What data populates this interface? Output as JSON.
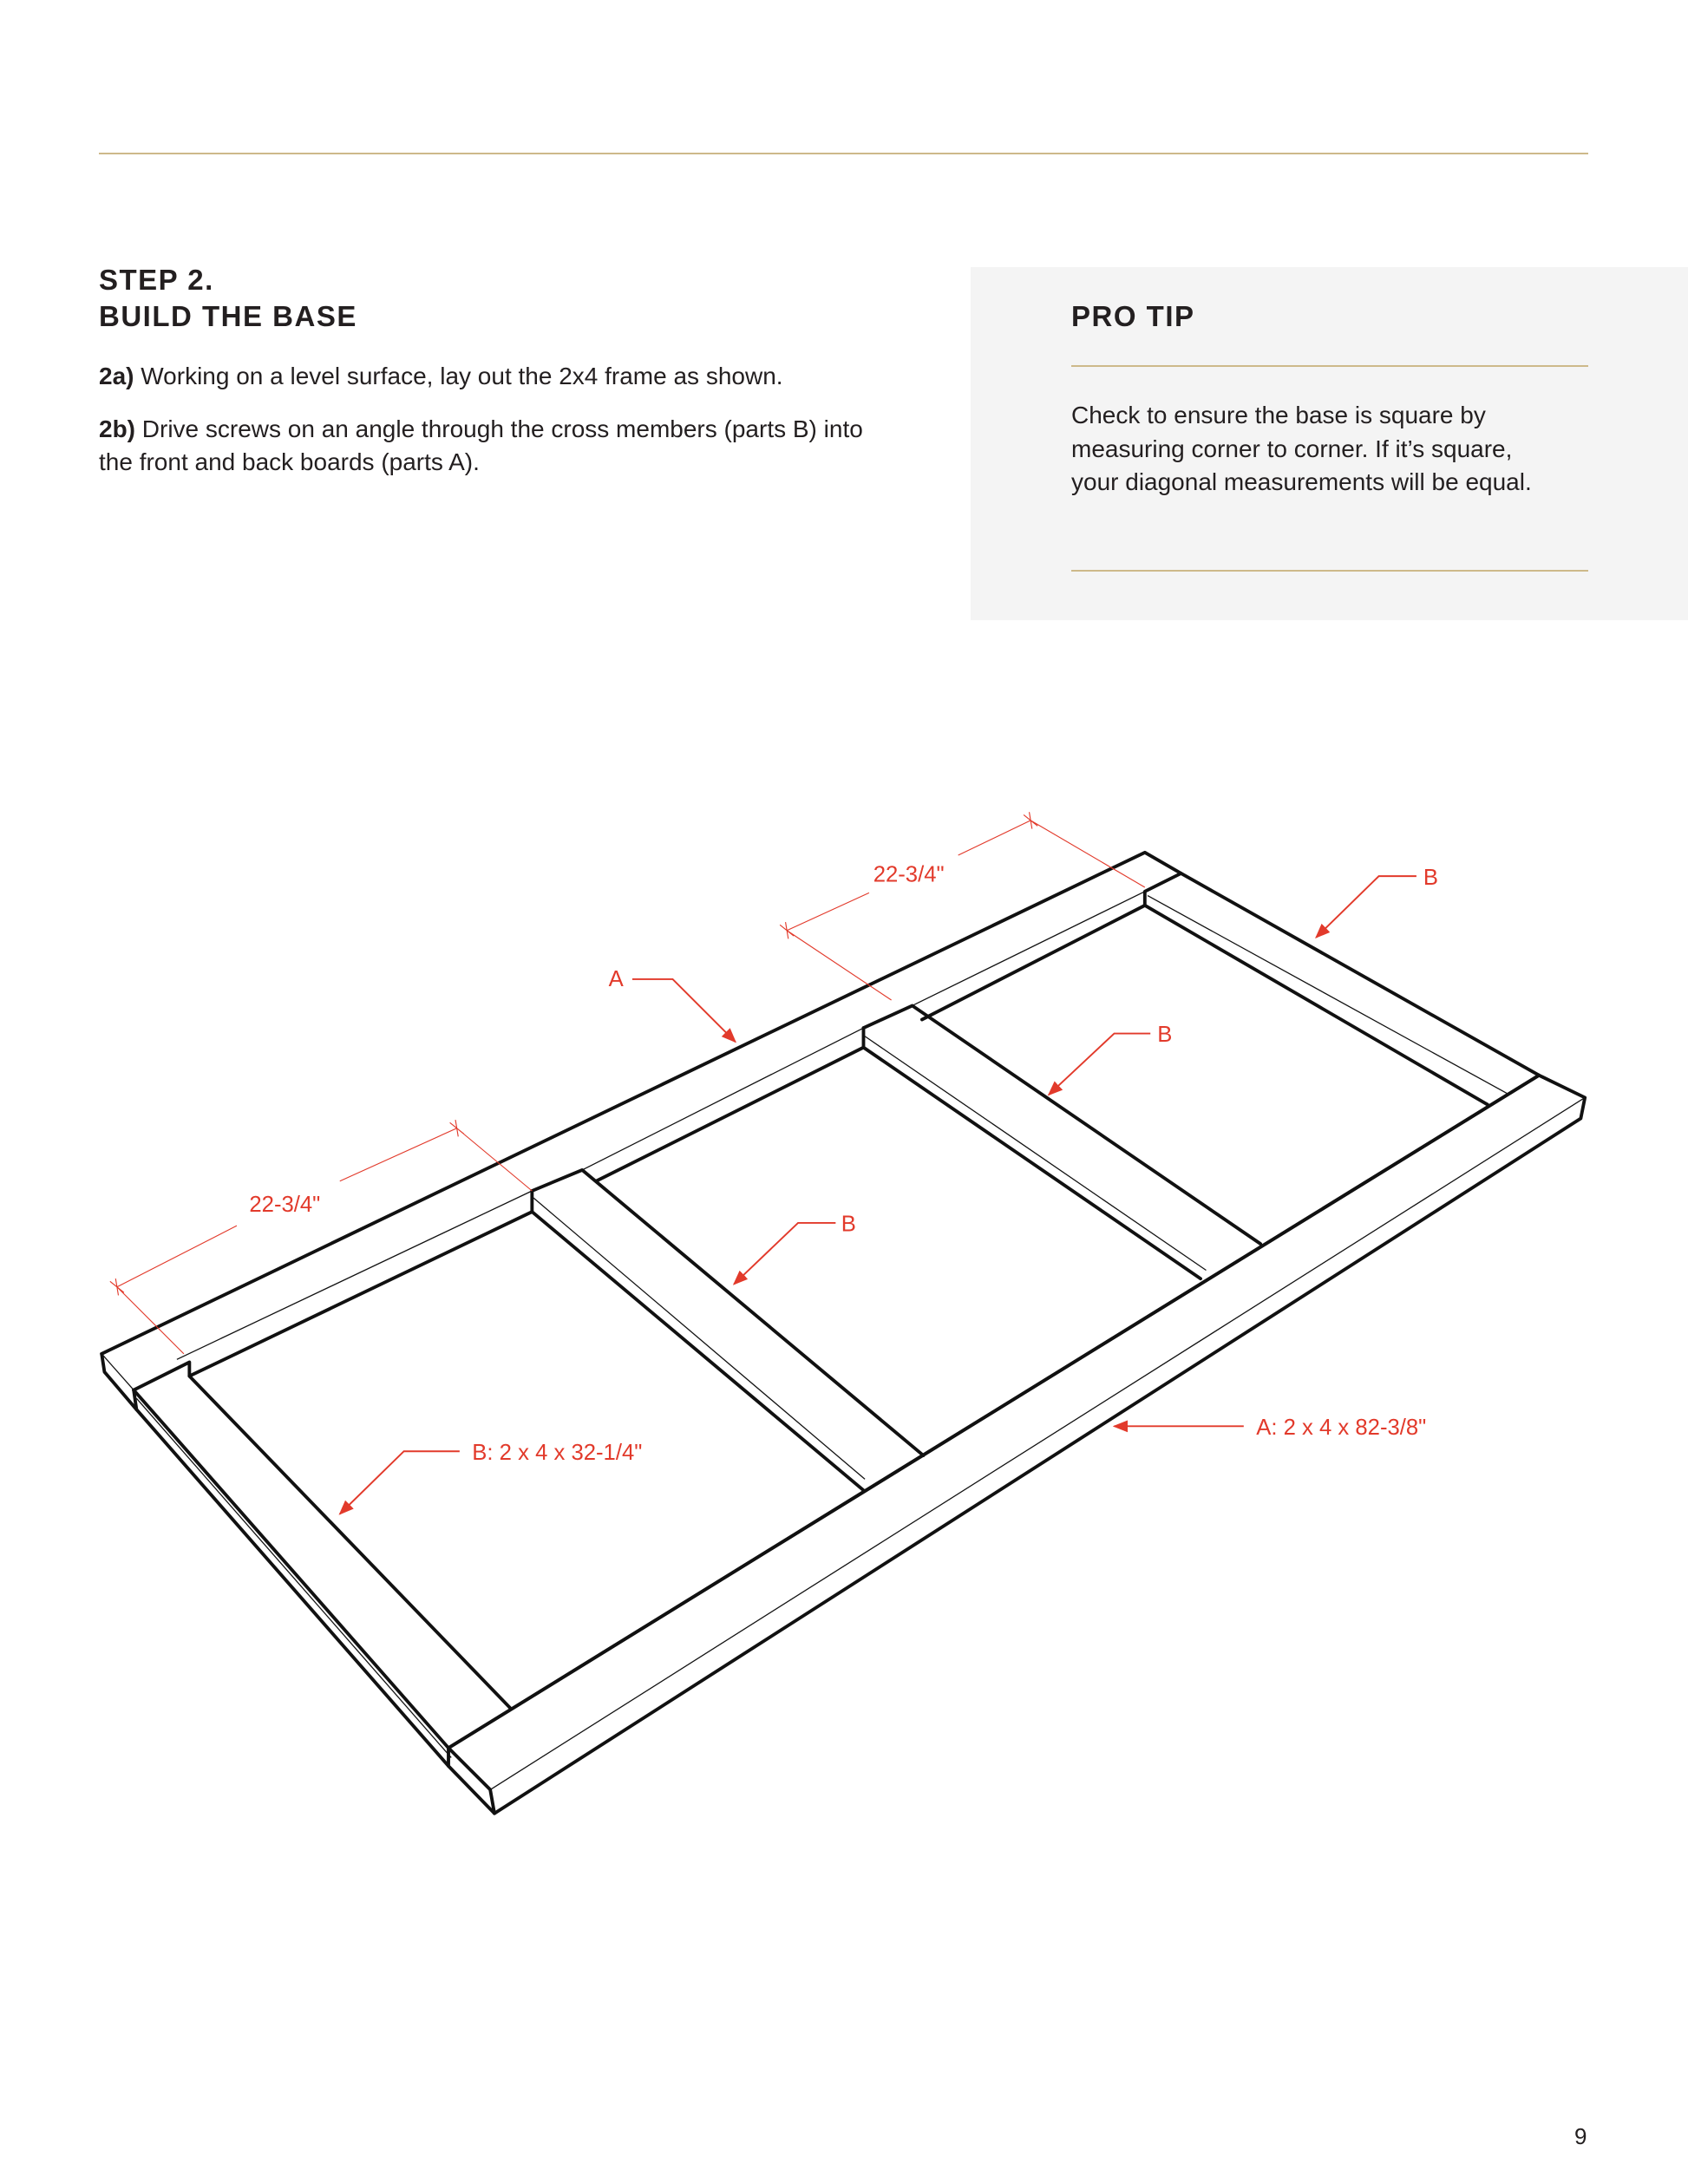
{
  "step": {
    "number": "STEP 2.",
    "title": "BUILD THE BASE",
    "instructions": [
      {
        "label": "2a)",
        "text": " Working on a level surface, lay out the 2x4 frame as shown."
      },
      {
        "label": "2b)",
        "text": " Drive screws on an angle through the cross members (parts B) into the front and back boards (parts A)."
      }
    ]
  },
  "pro_tip": {
    "title": "PRO TIP",
    "text": "Check to ensure the base is square by measuring corner to corner. If it’s square, your diagonal measurements will be equal."
  },
  "diagram": {
    "dimension_top": "22-3/4\"",
    "dimension_left": "22-3/4\"",
    "label_a": "A",
    "label_b_right": "B",
    "label_b_mid_right": "B",
    "label_b_mid_left": "B",
    "label_b_spec": "B: 2 x 4 x 32-1/4\"",
    "label_a_spec": "A: 2 x 4 x 82-3/8\"",
    "annotation_color": "#e23a2b"
  },
  "page_number": "9"
}
